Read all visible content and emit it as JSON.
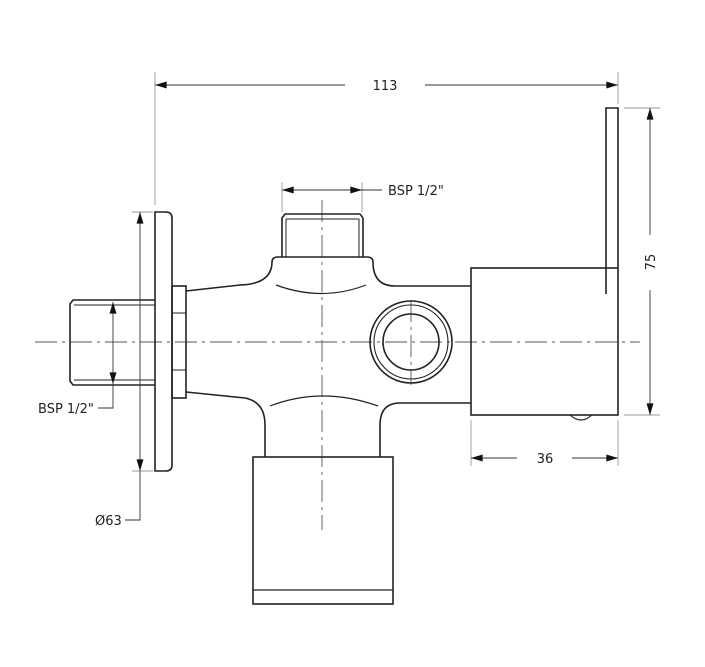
{
  "drawing": {
    "overall_length": "113",
    "height": "75",
    "block_depth": "36",
    "top_thread": "BSP 1/2\"",
    "left_thread": "BSP 1/2\"",
    "flange_diameter": "Ø63"
  }
}
